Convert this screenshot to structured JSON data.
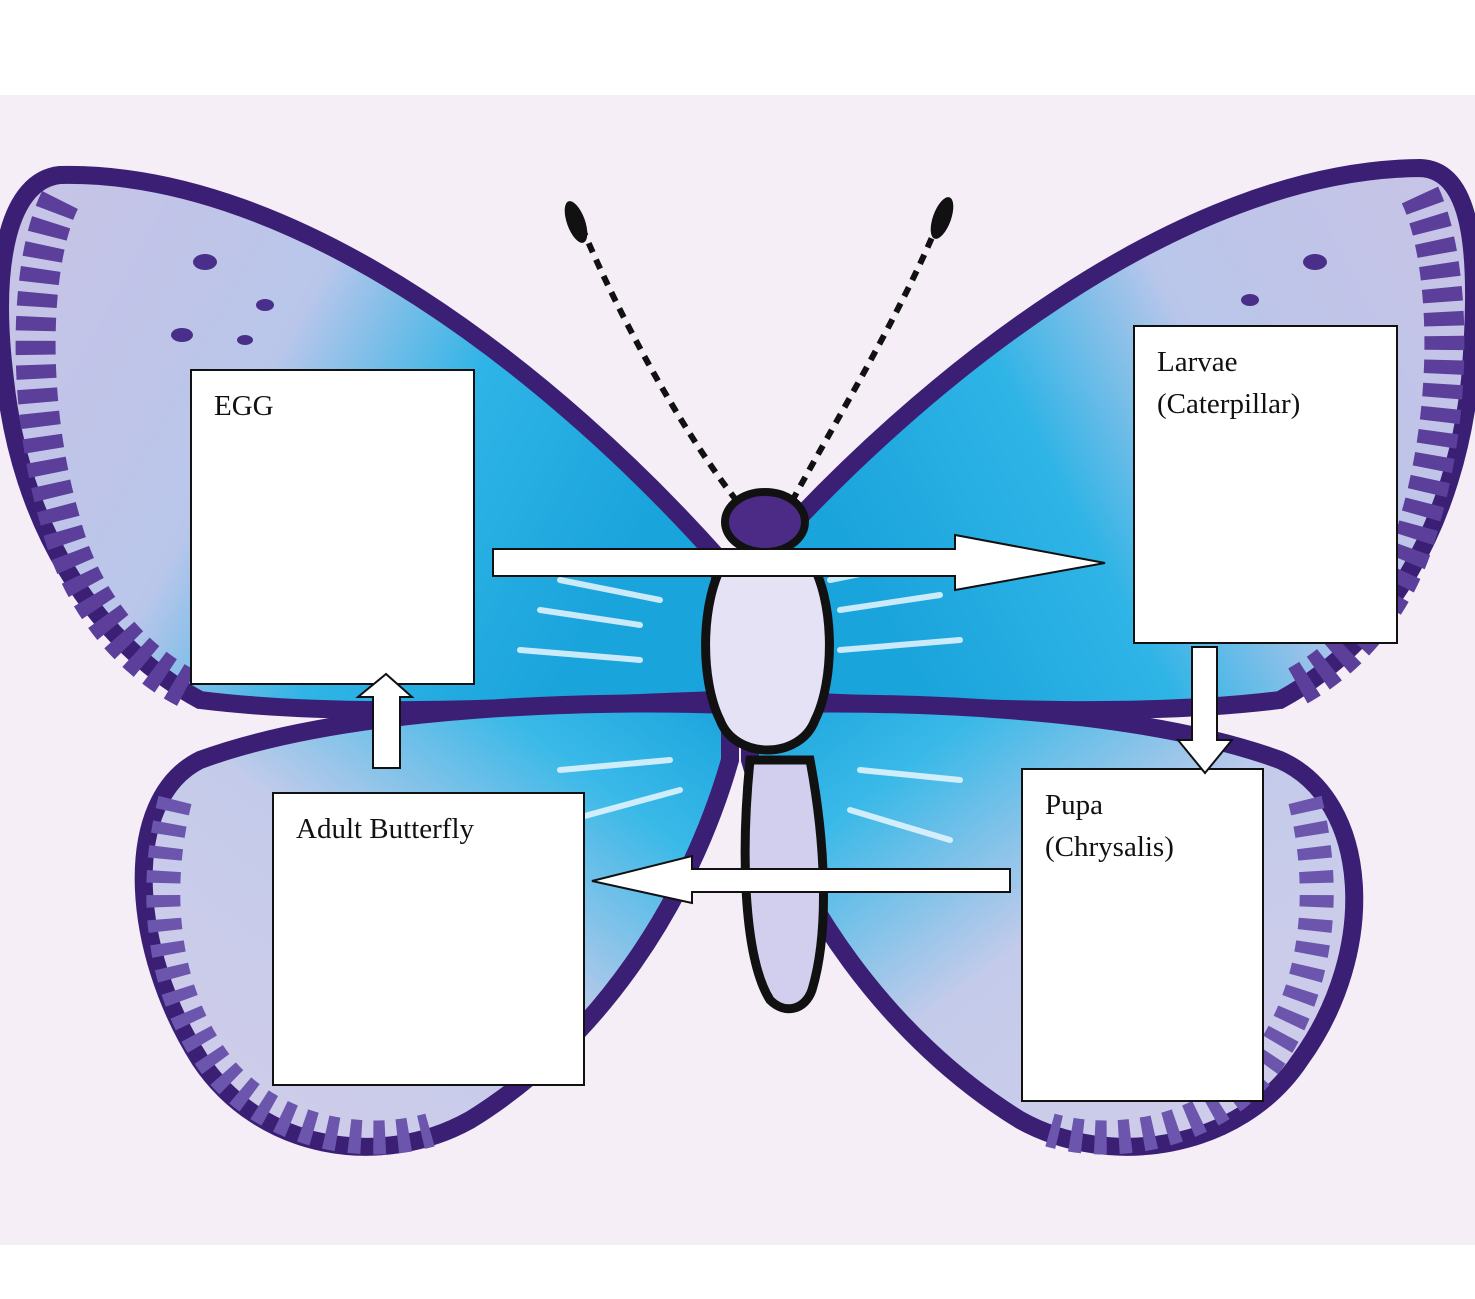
{
  "diagram": {
    "colors": {
      "background": "#f5eef7",
      "wing_dark": "#3b1f75",
      "wing_mid": "#7f6fb5",
      "wing_light": "#c9c3e6",
      "wing_blue": "#2fb4e6",
      "wing_blue_light": "#6fd3f3",
      "body": "#d8d6ef",
      "outline": "#111111"
    },
    "stages": {
      "egg": {
        "label": "EGG"
      },
      "larvae": {
        "label": "Larvae\n(Caterpillar)"
      },
      "pupa": {
        "label": "Pupa\n(Chrysalis)"
      },
      "adult": {
        "label": "Adult Butterfly"
      }
    },
    "arrows": [
      {
        "from": "egg",
        "to": "larvae",
        "direction": "right"
      },
      {
        "from": "larvae",
        "to": "pupa",
        "direction": "down"
      },
      {
        "from": "pupa",
        "to": "adult",
        "direction": "left"
      },
      {
        "from": "adult",
        "to": "egg",
        "direction": "up"
      }
    ]
  }
}
